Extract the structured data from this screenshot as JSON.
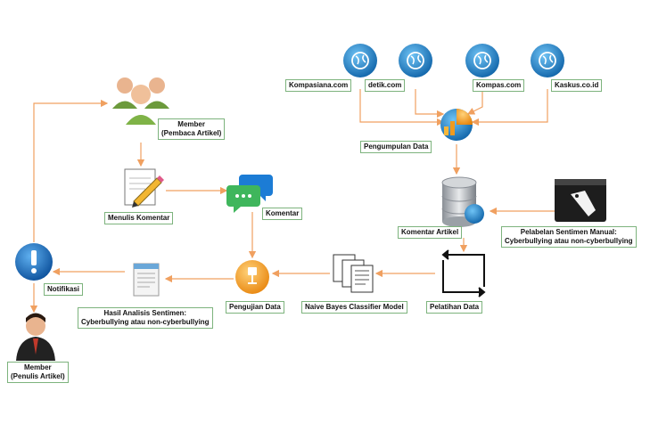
{
  "sources": {
    "kompasiana": "Kompasiana.com",
    "detik": "detik.com",
    "kompas": "Kompas.com",
    "kaskus": "Kaskus.co.id"
  },
  "nodes": {
    "pengumpulan": "Pengumpulan Data",
    "komentar_artikel": "Komentar Artikel",
    "pelabelan_line1": "Pelabelan Sentimen Manual:",
    "pelabelan_line2": "Cyberbullying atau non-cyberbullying",
    "pelatihan": "Pelatihan Data",
    "naive_bayes": "Naive Bayes Classifier Model",
    "pengujian": "Pengujian Data",
    "hasil_line1": "Hasil Analisis Sentimen:",
    "hasil_line2": "Cyberbullying atau non-cyberbullying",
    "notifikasi": "Notifikasi",
    "member_pembaca_line1": "Member",
    "member_pembaca_line2": "(Pembaca Artikel)",
    "menulis": "Menulis Komentar",
    "komentar": "Komentar",
    "member_penulis_line1": "Member",
    "member_penulis_line2": "(Penulis Artikel)"
  },
  "colors": {
    "arrow": "#f0a060",
    "label_border": "#7db37d",
    "globe": "#1a7fc4"
  }
}
